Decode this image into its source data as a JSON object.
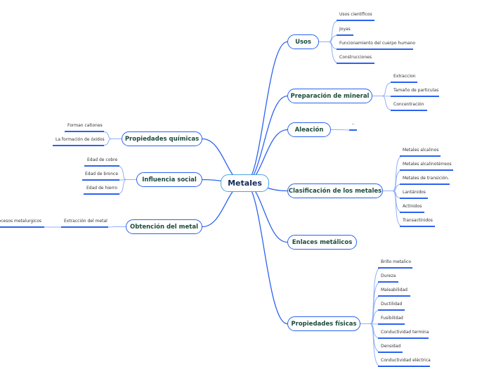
{
  "central": "Metales",
  "right": [
    {
      "label": "Usos",
      "children": [
        "Usos científicos",
        "Joyas",
        "Funcionamiento del cuerpo humano",
        "Construcciones"
      ]
    },
    {
      "label": "Preparación de mineral",
      "children": [
        "Extraccion",
        "Tamaño de particulas",
        "Concentración"
      ]
    },
    {
      "label": "Aleación",
      "children": [
        "–"
      ]
    },
    {
      "label": "Clasificación de los metales",
      "children": [
        "Metales alcalinos",
        "Metales alcalinotérreos",
        "Metales de transición.",
        "Lantánidos",
        "Actínidos",
        "Transactínidos"
      ]
    },
    {
      "label": "Enlaces metálicos",
      "children": []
    },
    {
      "label": "Propiedades físicas",
      "children": [
        "Brillo metalico",
        "Dureza",
        "Maleabilidad",
        "Ductilidad",
        "Fusibilidad",
        "Conductividad termina",
        "Densidad",
        "Conductividad eléctrica"
      ]
    }
  ],
  "left": [
    {
      "label": "Propiedades químicas",
      "children": [
        "Forman cationes",
        "La formación de óxidos"
      ]
    },
    {
      "label": "Influencia social",
      "children": [
        "Edad de cobre",
        "Edad de bronce",
        "Edad de hierro"
      ]
    },
    {
      "label": "Obtención del metal",
      "children": [
        "Extracción del metal"
      ],
      "grandchildren": [
        "Procesos metalurgicos"
      ]
    }
  ],
  "colors": {
    "line": "#2b62f0",
    "light_line": "#8fb0f7",
    "node_text": "#1d4a3c",
    "center_border": "#49a3de"
  }
}
